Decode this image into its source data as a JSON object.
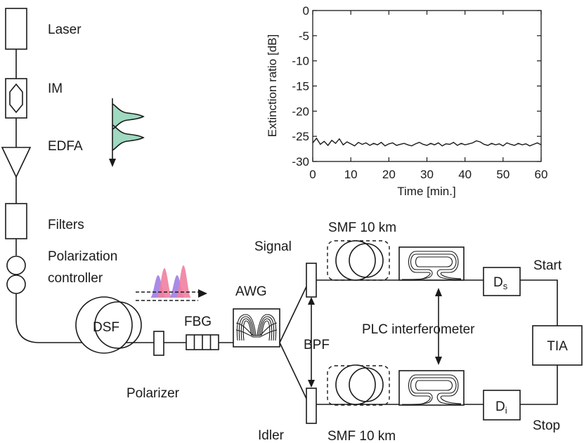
{
  "labels": {
    "laser": "Laser",
    "im": "IM",
    "edfa": "EDFA",
    "filters": "Filters",
    "polarization_controller_1": "Polarization",
    "polarization_controller_2": "controller",
    "dsf": "DSF",
    "fbg": "FBG",
    "polarizer": "Polarizer",
    "awg": "AWG",
    "bpf": "BPF",
    "signal": "Signal",
    "idler": "Idler",
    "smf_top": "SMF 10 km",
    "smf_bottom": "SMF 10 km",
    "plc": "PLC interferometer",
    "ds_main": "D",
    "ds_sub": "s",
    "di_main": "D",
    "di_sub": "i",
    "tia": "TIA",
    "start": "Start",
    "stop": "Stop"
  },
  "colors": {
    "line": "#1a1a1a",
    "pulse_green": "#9ed9c0",
    "pulse_pink": "#f07fa0",
    "pulse_purple": "#a98be6"
  },
  "chart_data": {
    "type": "line",
    "title": "",
    "xlabel": "Time [min.]",
    "ylabel": "Extinction ratio [dB]",
    "xlim": [
      0,
      60
    ],
    "ylim": [
      -30,
      0
    ],
    "xticks": [
      0,
      10,
      20,
      30,
      40,
      50,
      60
    ],
    "yticks": [
      0,
      -5,
      -10,
      -15,
      -20,
      -25,
      -30
    ],
    "grid": false,
    "series": [
      {
        "x": [
          0,
          1,
          2,
          3,
          4,
          5,
          6,
          7,
          8,
          9,
          10,
          11,
          12,
          13,
          14,
          15,
          16,
          17,
          18,
          19,
          20,
          21,
          22,
          23,
          24,
          25,
          26,
          27,
          28,
          29,
          30,
          31,
          32,
          33,
          34,
          35,
          36,
          37,
          38,
          39,
          40,
          41,
          42,
          43,
          44,
          45,
          46,
          47,
          48,
          49,
          50,
          51,
          52,
          53,
          54,
          55,
          56,
          57,
          58,
          59,
          60
        ],
        "y": [
          -26.3,
          -25.4,
          -26.6,
          -26.0,
          -26.8,
          -25.8,
          -26.4,
          -25.5,
          -26.7,
          -26.1,
          -26.5,
          -26.9,
          -26.2,
          -26.6,
          -26.3,
          -26.8,
          -26.4,
          -26.7,
          -26.2,
          -26.9,
          -26.5,
          -26.3,
          -26.8,
          -26.6,
          -26.4,
          -26.7,
          -26.9,
          -26.5,
          -26.2,
          -26.6,
          -26.8,
          -26.4,
          -26.7,
          -26.3,
          -26.9,
          -26.5,
          -26.6,
          -26.2,
          -26.8,
          -26.4,
          -26.7,
          -26.5,
          -26.3,
          -25.9,
          -26.1,
          -26.6,
          -26.8,
          -26.4,
          -26.7,
          -26.5,
          -26.9,
          -26.3,
          -26.6,
          -26.8,
          -26.4,
          -26.7,
          -26.5,
          -26.9,
          -26.6,
          -26.3,
          -26.7
        ]
      }
    ]
  }
}
